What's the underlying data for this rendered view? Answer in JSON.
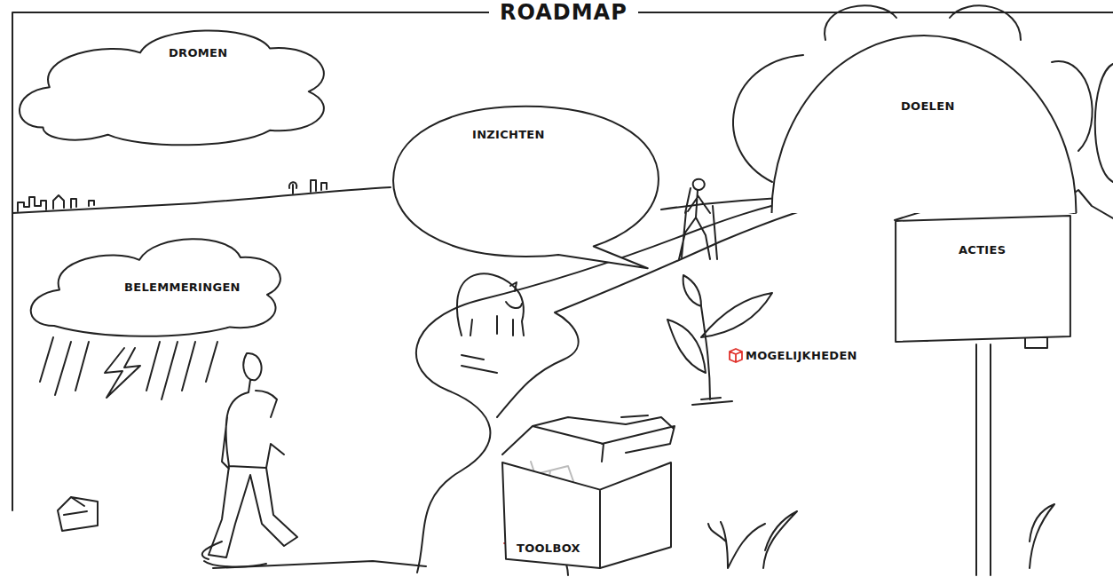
{
  "diagram": {
    "title": "ROADMAP",
    "nodes": [
      {
        "text": [
          "DROMEN"
        ]
      },
      {
        "text": [
          "INZICHTEN"
        ]
      },
      {
        "text": [
          "DOELEN"
        ]
      },
      {
        "text": [
          "BELEMMERINGEN"
        ]
      },
      {
        "text": [
          "ACTIES"
        ]
      },
      {
        "text": [
          "TOOLBOX"
        ]
      }
    ],
    "labels": [
      "MOGELIJKHEDEN"
    ]
  }
}
